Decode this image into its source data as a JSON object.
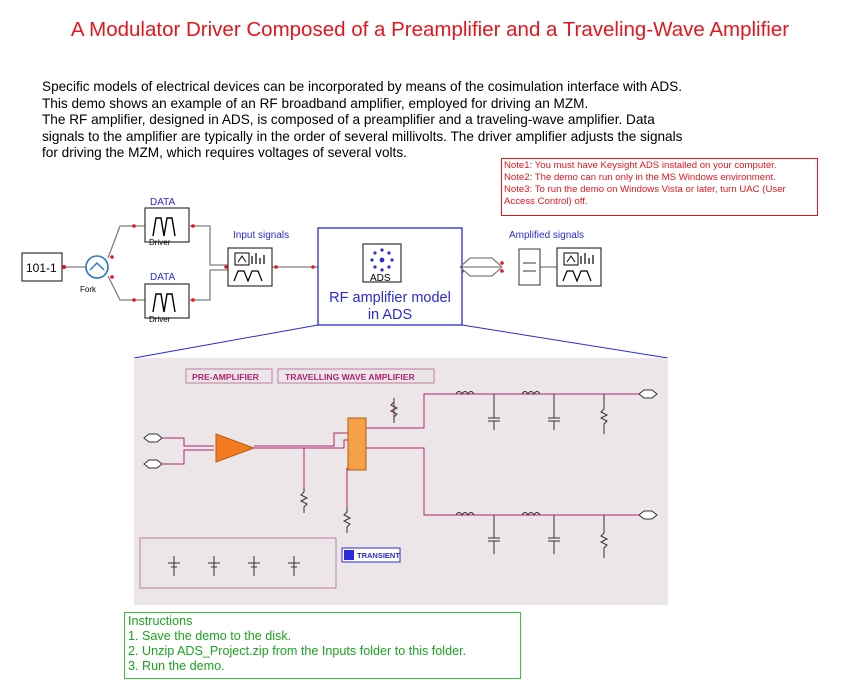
{
  "title": "A Modulator Driver Composed of a Preamplifier and a Traveling-Wave Amplifier",
  "description": [
    "Specific models of electrical devices can be incorporated by means of the cosimulation interface with ADS.",
    "This demo shows an example of an RF broadband amplifier, employed for driving an MZM.",
    "The RF amplifier, designed in ADS, is composed of a preamplifier and a traveling-wave amplifier. Data",
    "signals to the amplifier are typically in the order of several millivolts. The driver amplifier adjusts the signals",
    "for driving the MZM, which requires voltages of several volts."
  ],
  "notes": [
    "Note1: You must have Keysight ADS installed on your computer.",
    "Note2: The demo can run only in the MS Windows environment.",
    "Note3: To run the demo on Windows Vista or later, turn UAC (User",
    "Access Control) off."
  ],
  "diagram": {
    "source_label": "101-1",
    "fork_label": "Fork",
    "data_label_top": "DATA",
    "data_label_bottom": "DATA",
    "driver_label_top": "Driver",
    "driver_label_bottom": "Driver",
    "input_signals_label": "Input signals",
    "ads_label": "ADS",
    "ads_box_line1": "RF amplifier model",
    "ads_box_line2": "in ADS",
    "amplified_signals_label": "Amplified signals"
  },
  "schematic": {
    "preamp_label": "PRE-AMPLIFIER",
    "twa_label": "TRAVELLING WAVE AMPLIFIER",
    "transient_label": "TRANSIENT"
  },
  "instructions": [
    "Instructions",
    "1. Save the demo to the disk.",
    "2. Unzip ADS_Project.zip from the Inputs folder to this folder.",
    "3. Run the demo."
  ],
  "colors": {
    "title": "#e8141b",
    "wire": "#7f7f7f",
    "ads_box": "#2a2ad8",
    "instructions": "#1aa51f",
    "schematic_bg": "#ece6e8",
    "schematic_wire": "#b0246e",
    "amp_orange": "#f47b20"
  }
}
